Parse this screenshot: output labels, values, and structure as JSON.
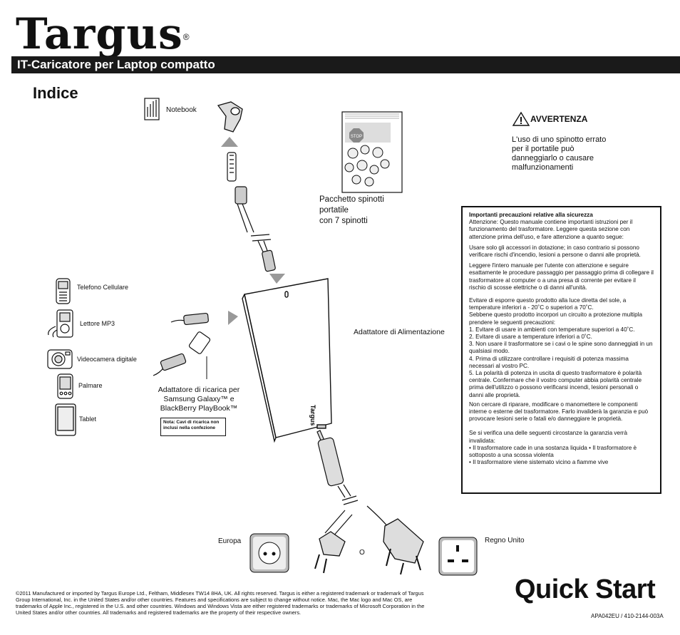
{
  "brand": {
    "name": "Targus",
    "registered": "®"
  },
  "banner": {
    "title": "IT-Caricatore per Laptop compatto"
  },
  "section": {
    "title": "Indice"
  },
  "labels": {
    "notebook": "Notebook",
    "tips_pack": [
      "Pacchetto spinotti",
      "portatile",
      "con 7 spinotti"
    ],
    "power_adapter": "Adattatore di Alimentazione",
    "phone": "Telefono Cellulare",
    "mp3": "Lettore MP3",
    "camera": "Videocamera digitale",
    "pda": "Palmare",
    "tablet": "Tablet",
    "charging_adapter": [
      "Adattatore di ricarica per",
      "Samsung Galaxy™ e",
      "BlackBerry PlayBook™"
    ],
    "note": "Nota: Cavi di ricarica non inclusi nella confezione",
    "europe": "Europa",
    "uk": "Regno Unito",
    "or": "O",
    "stop": "STOP",
    "device_brand": "Targus"
  },
  "warning": {
    "title": "AVVERTENZA",
    "text": "L'uso di uno spinotto errato per il portatile può danneggiarlo o causare malfunzionamenti"
  },
  "safety": {
    "title": "Importanti precauzioni relative alla sicurezza",
    "p1": "Attenzione: Questo manuale contiene importanti istruzioni per il funzionamento del trasformatore. Leggere questa sezione con attenzione prima dell'uso, e fare attenzione a quanto segue:",
    "p2": "Usare solo gli accessori in dotazione; in caso contrario si possono verificare rischi d'incendio, lesioni a persone o danni alle proprietà.",
    "p3": "Leggere l'intero manuale per l'utente con attenzione e seguire esattamente le procedure passaggio per passaggio prima di collegare il trasformatore al computer o a una presa di corrente per evitare il rischio di scosse elettriche o di danni all'unità.",
    "p4": "Evitare di esporre questo prodotto alla luce diretta del sole, a temperature inferiori a - 20˚C o superiori a 70˚C.",
    "p5": "Sebbene questo prodotto incorpori un circuito a protezione multipla prendere le seguenti precauzioni:",
    "list": [
      "1. Evitare di usare in ambienti con temperature superiori a 40˚C.",
      "2. Evitare di usare a temperature inferiori a 0˚C.",
      "3. Non usare il trasformatore se i cavi o le spine sono danneggiati in un qualsiasi modo.",
      "4. Prima di utilizzare controllare i requisiti di potenza massima necessari al vostro PC.",
      "5. La polarità di potenza in uscita di questo trasformatore è polarità centrale. Confermare che il vostro computer abbia polarità centrale prima dell'utilizzo o  possono verificarsi incendi, lesioni personali o danni alle proprietà."
    ],
    "p6": "Non cercare di riparare, modificare o manomettere le componenti interne o esterne del trasformatore. Farlo invaliderà la garanzia e può provocare lesioni serie o fatali e/o danneggiare le proprietà.",
    "p7": "Se si verifica una delle seguenti circostanze la garanzia verrà invalidata:",
    "b1": "• Il trasformatore cade in una sostanza liquida              • Il trasformatore è sottoposto a una scossa violenta",
    "b2": "• Il trasformatore viene sistemato vicino a fiamme vive"
  },
  "footer": {
    "quick_start": "Quick Start",
    "copyright": "©2011 Manufactured or imported by Targus Europe Ltd., Feltham, Middlesex TW14 8HA, UK. All rights reserved. Targus is either a registered trademark or trademark of Targus Group International, Inc. in the United States and/or other countries. Features and specifications are subject to change without notice. Mac, the Mac logo and Mac OS, are trademarks of Apple Inc., registered in the U.S. and other countries. Windows and Windows Vista are either registered trademarks or trademarks of Microsoft Corporation in the United States  and/or other countries. All trademarks and registered trademarks are the property of their respective owners.",
    "code": "APA042EU / 410-2144-003A"
  }
}
